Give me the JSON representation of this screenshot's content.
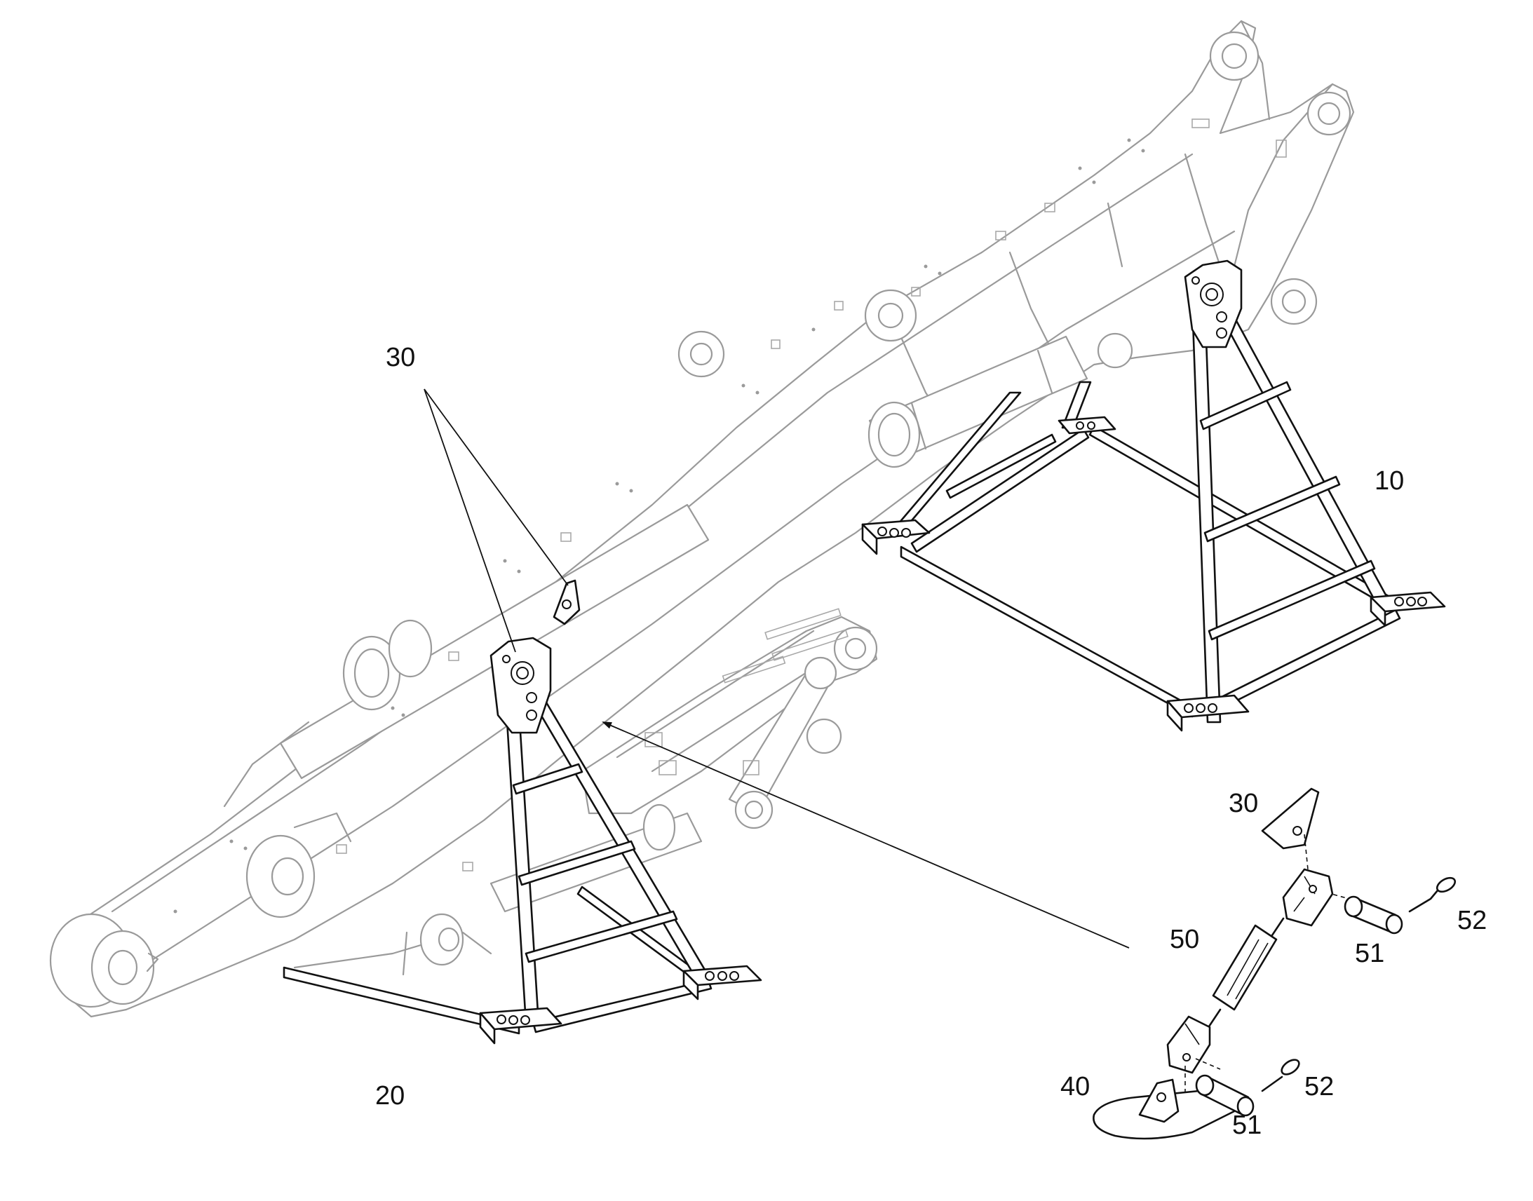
{
  "colors": {
    "line": "#111111",
    "ghost": "#9a9a9a",
    "background": "#ffffff"
  },
  "callouts": {
    "label_30_top": "30",
    "label_10": "10",
    "label_20": "20",
    "label_30_detail": "30",
    "label_50": "50",
    "label_51_upper": "51",
    "label_52_upper": "52",
    "label_40": "40",
    "label_51_lower": "51",
    "label_52_lower": "52"
  }
}
